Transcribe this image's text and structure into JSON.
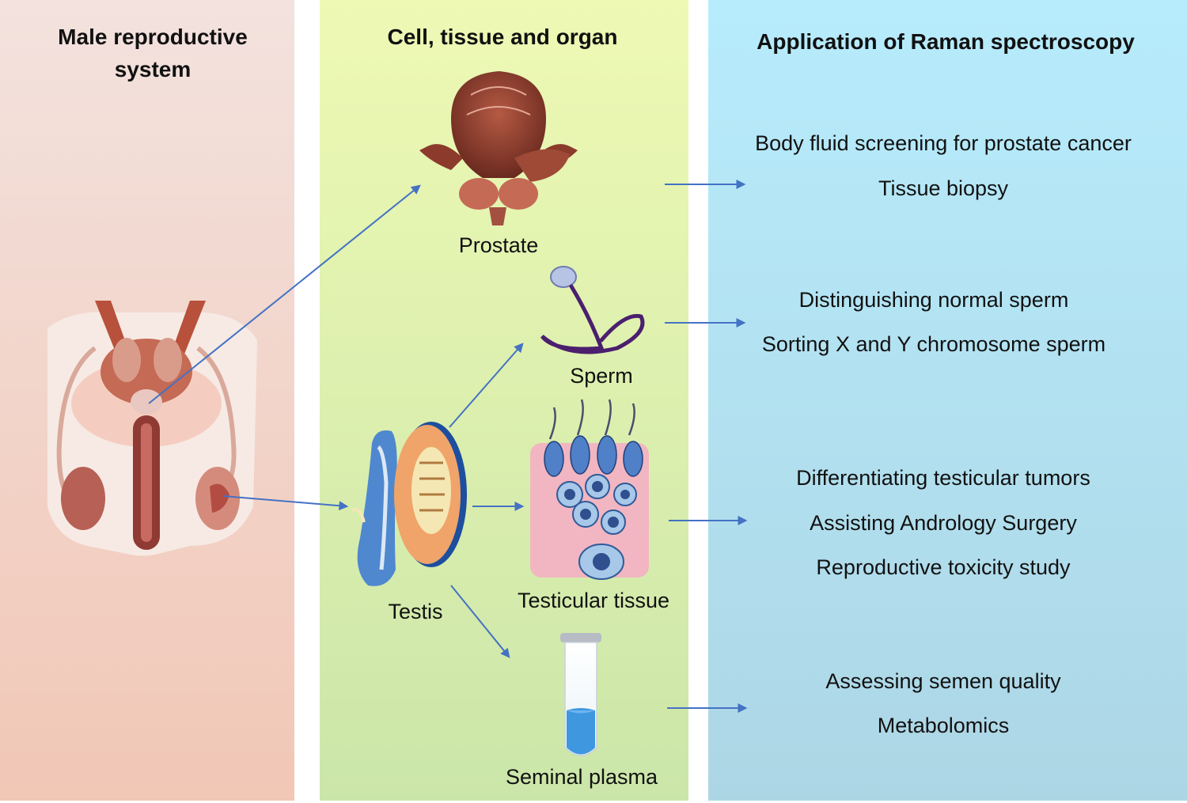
{
  "headings": {
    "left": "Male reproductive system",
    "mid": "Cell, tissue and organ",
    "right": "Application of Raman spectroscopy"
  },
  "labels": {
    "prostate": "Prostate",
    "sperm": "Sperm",
    "testis": "Testis",
    "testicular_tissue": "Testicular tissue",
    "seminal_plasma": "Seminal plasma"
  },
  "applications": {
    "prostate": [
      "Body fluid screening for prostate cancer",
      "Tissue biopsy"
    ],
    "sperm": [
      "Distinguishing normal sperm",
      "Sorting X and Y chromosome sperm"
    ],
    "testicular_tissue": [
      "Differentiating testicular tumors",
      "Assisting Andrology Surgery",
      "Reproductive toxicity study"
    ],
    "seminal_plasma": [
      "Assessing semen quality",
      "Metabolomics"
    ]
  },
  "colors": {
    "arrow": "#4472c4",
    "panel_left": "#f1c7b6",
    "panel_mid": "#cbe6a9",
    "panel_right": "#add6e5"
  },
  "icons": [
    "male-reproductive-system-illustration",
    "prostate-illustration",
    "sperm-illustration",
    "testis-illustration",
    "testicular-tissue-illustration",
    "test-tube-illustration"
  ]
}
